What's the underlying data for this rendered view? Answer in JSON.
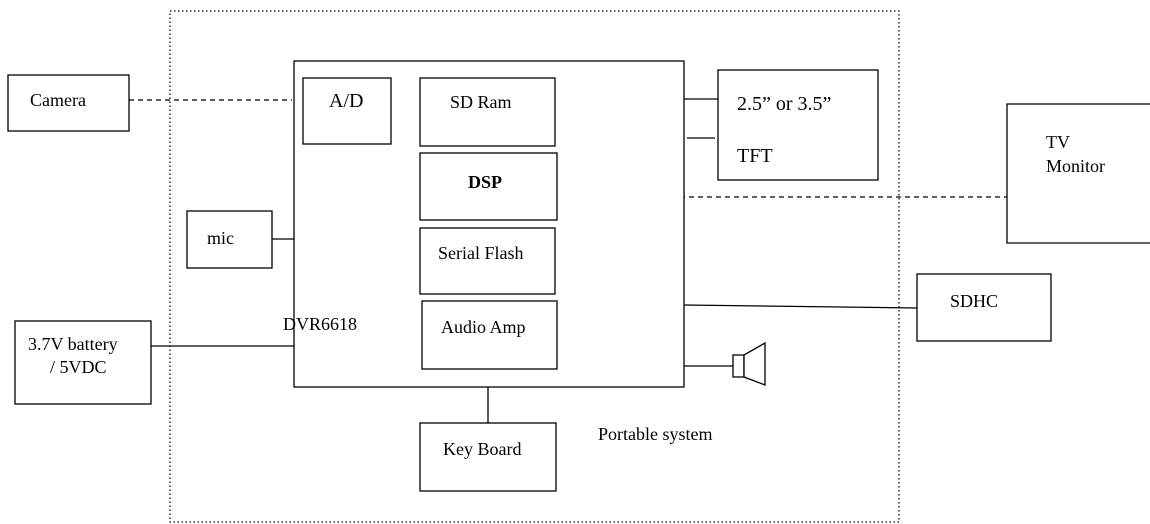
{
  "labels": {
    "camera": "Camera",
    "ad": "A/D",
    "sdram": "SD Ram",
    "tft_size": "2.5” or 3.5”",
    "tft": "TFT",
    "tv_line1": "TV",
    "tv_line2": "Monitor",
    "dsp": "DSP",
    "mic": "mic",
    "serial_flash": "Serial Flash",
    "sdhc": "SDHC",
    "dvr": "DVR6618",
    "audio_amp": "Audio Amp",
    "battery_line1": "3.7V battery",
    "battery_line2": "/ 5VDC",
    "keyboard": "Key Board",
    "portable": "Portable system"
  }
}
